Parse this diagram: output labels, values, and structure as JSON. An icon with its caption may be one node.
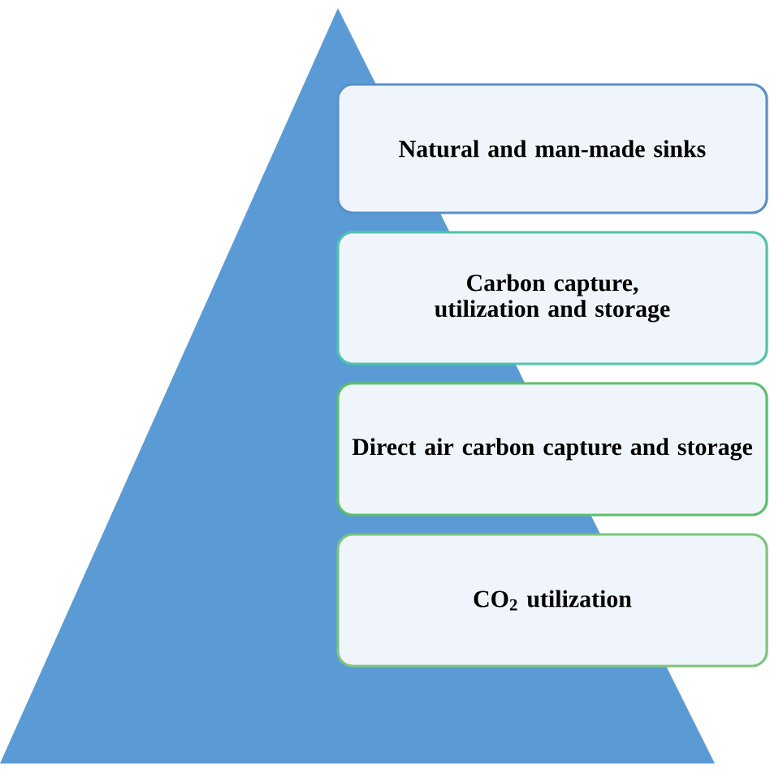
{
  "diagram": {
    "nodes": [
      {
        "text": [
          "Natural and man-made sinks"
        ]
      },
      {
        "text": [
          "Carbon capture, utilization and storage"
        ]
      },
      {
        "text": [
          "Direct air carbon capture and storage"
        ]
      },
      {
        "text": [
          "CO$_{2}$ utilization"
        ]
      }
    ]
  }
}
